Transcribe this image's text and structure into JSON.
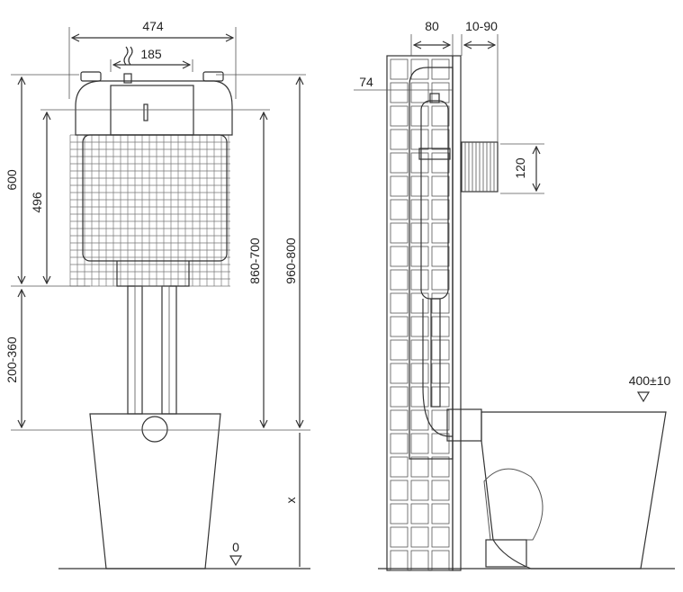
{
  "front_view": {
    "width_total": "474",
    "width_flush": "185",
    "height_frame": "600",
    "height_tank": "496",
    "height_legs": "200-360",
    "height_flush": "860-700",
    "height_total": "960-800",
    "height_bowl": "x",
    "floor_level": "0"
  },
  "side_view": {
    "depth_frame": "80",
    "depth_cover": "10-90",
    "depth_tank": "74",
    "height_button": "120",
    "bowl_height": "400±10"
  },
  "colors": {
    "line": "#333333",
    "fill_gray": "#c8c8c8",
    "panel_gray": "#999999"
  }
}
